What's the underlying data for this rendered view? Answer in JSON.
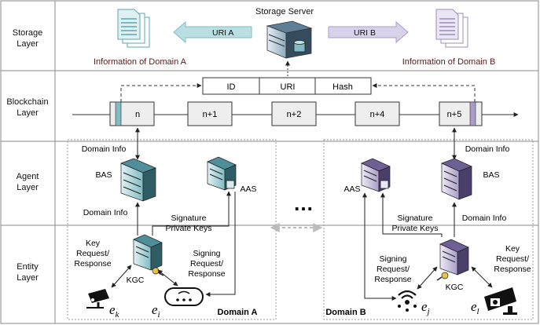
{
  "layers": {
    "storage": [
      "Storage",
      "Layer"
    ],
    "blockchain": [
      "Blockchain",
      "Layer"
    ],
    "agent": [
      "Agent",
      "Layer"
    ],
    "entity": [
      "Entity",
      "Layer"
    ]
  },
  "storage_server": "Storage Server",
  "uri_a": "URI A",
  "uri_b": "URI B",
  "info_a": "Information of Domain A",
  "info_b": "Information of Domain B",
  "record_fields": {
    "id": "ID",
    "uri": "URI",
    "hash": "Hash"
  },
  "blocks": [
    "n",
    "n+1",
    "n+2",
    "n+4",
    "n+5"
  ],
  "domain_a": {
    "label": "Domain A",
    "domain_info_top": "Domain Info",
    "bas": "BAS",
    "aas": "AAS",
    "domain_info_mid": "Domain Info",
    "signature_private_keys": [
      "Signature",
      "Private Keys"
    ],
    "key_request": [
      "Key",
      "Request/",
      "Response"
    ],
    "signing_request": [
      "Signing",
      "Request/",
      "Response"
    ],
    "kgc": "KGC",
    "entity_k": "e",
    "entity_k_sub": "k",
    "entity_i": "e",
    "entity_i_sub": "i"
  },
  "domain_b": {
    "label": "Domain B",
    "domain_info_top": "Domain Info",
    "bas": "BAS",
    "aas": "AAS",
    "domain_info_mid": "Domain Info",
    "signature_private_keys": [
      "Signature",
      "Private Keys"
    ],
    "key_request": [
      "Key",
      "Request/",
      "Response"
    ],
    "signing_request": [
      "Signing",
      "Request/",
      "Response"
    ],
    "kgc": "KGC",
    "entity_j": "e",
    "entity_j_sub": "j",
    "entity_l": "e",
    "entity_l_sub": "l"
  },
  "ellipsis": "…",
  "colors": {
    "teal": "#5aa8b0",
    "purple": "#9b8cbf",
    "line": "#333333",
    "title_text": "#5b1a1a"
  }
}
